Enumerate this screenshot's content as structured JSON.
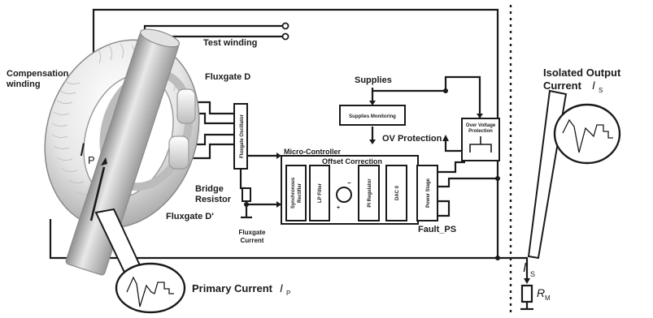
{
  "labels": {
    "test_winding": "Test winding",
    "compensation_winding_1": "Compensation",
    "compensation_winding_2": "winding",
    "fluxgate_d": "Fluxgate D",
    "fluxgate_d_prime": "Fluxgate D'",
    "bridge_resistor_1": "Bridge",
    "bridge_resistor_2": "Resistor",
    "fluxgate_current_1": "Fluxgate",
    "fluxgate_current_2": "Current",
    "supplies": "Supplies",
    "ov_protection": "OV Protection",
    "micro_controller": "Micro-Controller",
    "offset_correction": "Offset Correction",
    "fault_ps": "Fault_PS",
    "isolated_output_1": "Isolated Output",
    "isolated_output_2": "Current ",
    "is_symbol": "I",
    "is_sub": "S",
    "ip_symbol": "I",
    "ip_sub": "P",
    "primary_current": "Primary Current ",
    "primary_symbol": "I",
    "primary_sub": "P",
    "rm_symbol": "R",
    "rm_sub": "M",
    "plus": "+",
    "minus": "−"
  },
  "blocks": {
    "fluxgate_oscillator": "Fluxgate Oscillator",
    "supplies_monitoring": "Supplies Monitoring",
    "over_voltage_protection_1": "Over Voltage",
    "over_voltage_protection_2": "Protection",
    "synchronous_rectifier_1": "Synchronous",
    "synchronous_rectifier_2": "Rectifier",
    "lp_filter": "LP Filter",
    "pi_regulator": "PI Regulator",
    "dac": "DAC 0",
    "power_stage": "Power Stage"
  },
  "colors": {
    "line": "#1a1a1a",
    "core_light": "#f2f2f2",
    "core_shade": "#b9b9b9",
    "conductor": "#d0d0d0"
  }
}
